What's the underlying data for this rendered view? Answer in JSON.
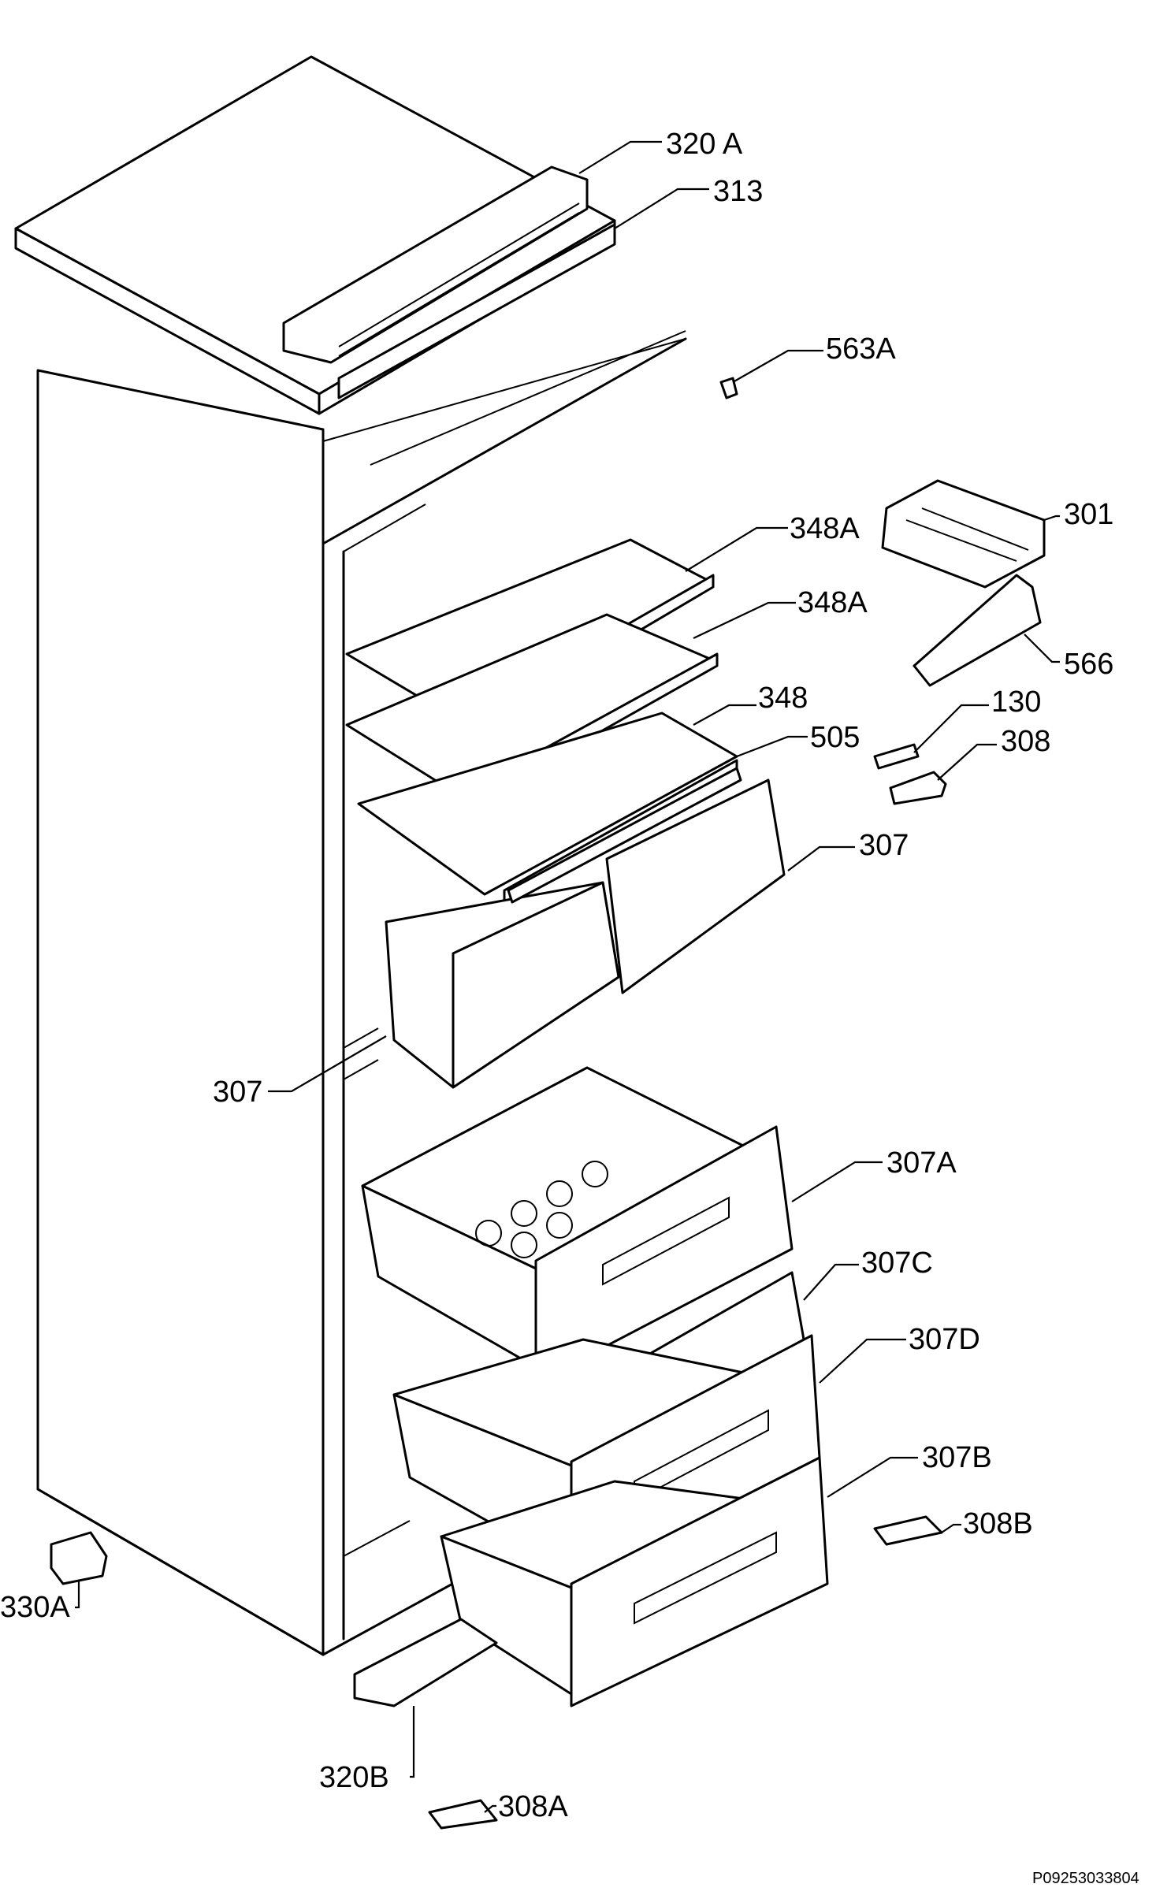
{
  "labels": {
    "l320a": "320 A",
    "l313": "313",
    "l563a": "563A",
    "l348a_1": "348A",
    "l301": "301",
    "l348a_2": "348A",
    "l566": "566",
    "l348": "348",
    "l130": "130",
    "l505": "505",
    "l308": "308",
    "l307_r": "307",
    "l307_l": "307",
    "l307a": "307A",
    "l307c": "307C",
    "l307d": "307D",
    "l307b": "307B",
    "l308b": "308B",
    "l330a": "330A",
    "l320b": "320B",
    "l308a": "308A"
  },
  "drawing_code": "P09253033804"
}
